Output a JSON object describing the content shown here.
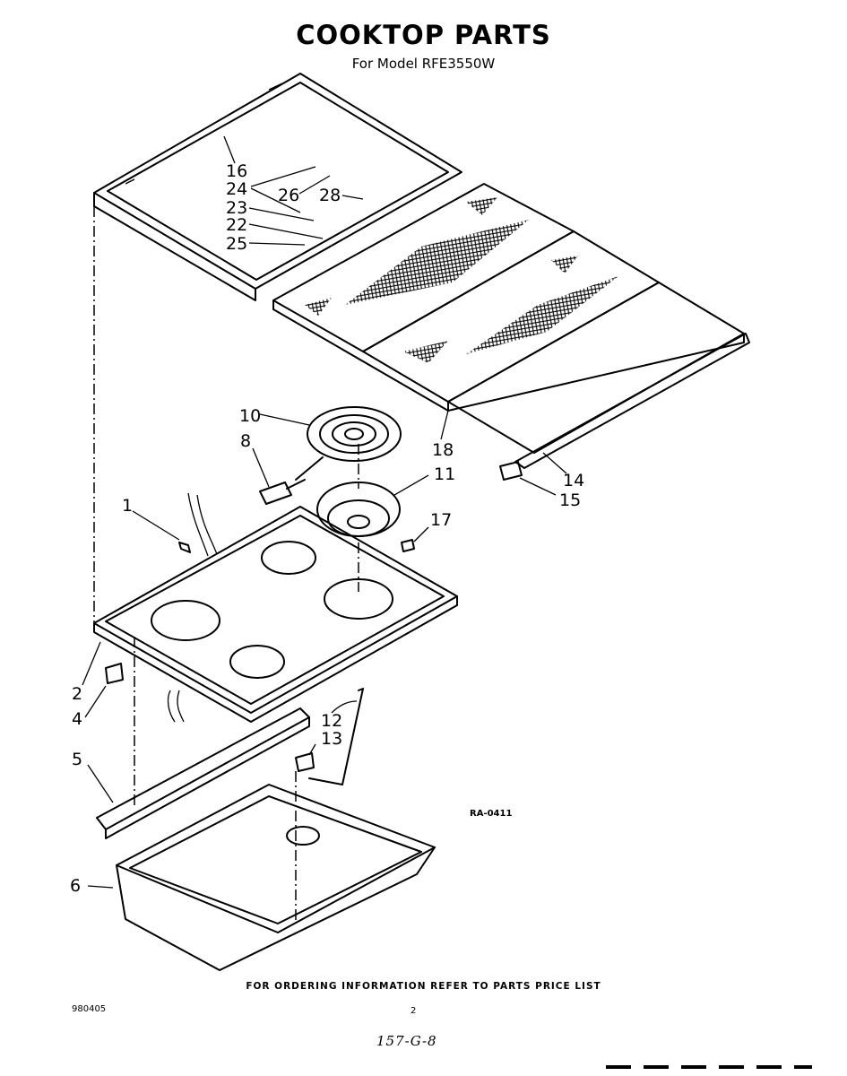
{
  "header": {
    "title": "COOKTOP PARTS",
    "subtitle": "For Model RFE3550W"
  },
  "callouts": [
    {
      "number": "16"
    },
    {
      "number": "24"
    },
    {
      "number": "26"
    },
    {
      "number": "28"
    },
    {
      "number": "23"
    },
    {
      "number": "22"
    },
    {
      "number": "25"
    },
    {
      "number": "10"
    },
    {
      "number": "8"
    },
    {
      "number": "18"
    },
    {
      "number": "11"
    },
    {
      "number": "1"
    },
    {
      "number": "17"
    },
    {
      "number": "14"
    },
    {
      "number": "15"
    },
    {
      "number": "2"
    },
    {
      "number": "4"
    },
    {
      "number": "12"
    },
    {
      "number": "13"
    },
    {
      "number": "5"
    },
    {
      "number": "6"
    }
  ],
  "diagram_ref": "RA-0411",
  "footer": {
    "ordering_note": "FOR ORDERING INFORMATION REFER TO PARTS PRICE LIST",
    "doc_number": "980405",
    "page_number": "2",
    "handwritten": "157-G-8"
  }
}
